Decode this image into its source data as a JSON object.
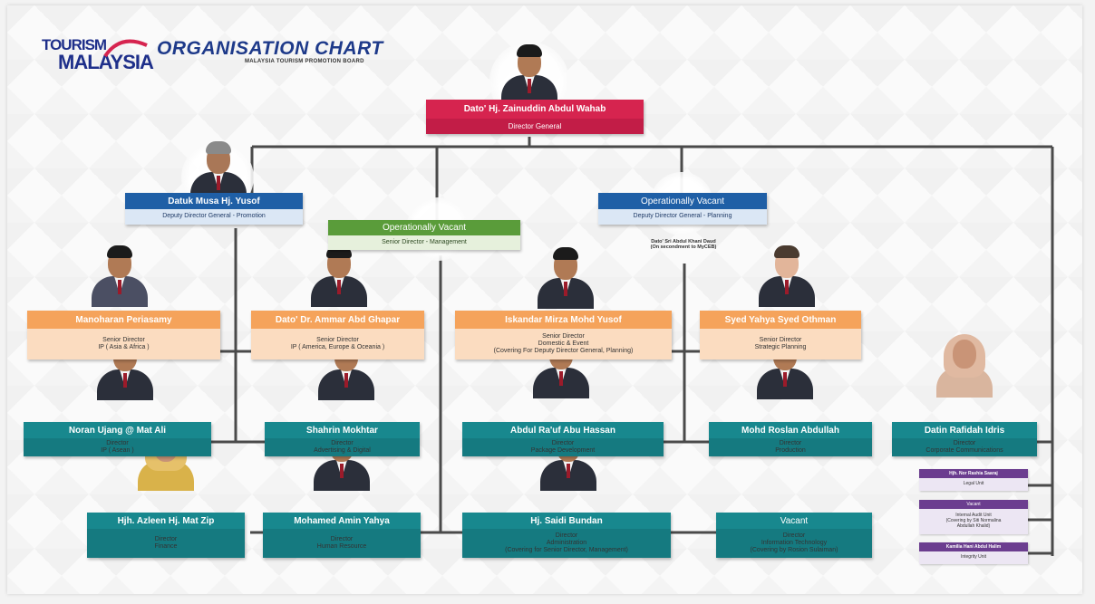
{
  "header": {
    "logo_line1": "TOURISM",
    "logo_line2": "MALAYSIA",
    "title": "ORGANISATION CHART",
    "subtitle": "MALAYSIA TOURISM PROMOTION BOARD"
  },
  "colors": {
    "director_general": "#d6244f",
    "deputy": "#1f5fa6",
    "senior_management": "#5a9c3a",
    "senior_director": "#f5a35b",
    "director": "#18888e",
    "unit": "#6b3d8f",
    "role_bg_orange": "#fbdcc0",
    "role_bg_teal": "#157a80",
    "role_bg_blue": "#dbe7f5",
    "role_bg_green": "#e6f0dc",
    "role_bg_pink": "#c21d47",
    "connector": "#4a4a4a"
  },
  "nodes": {
    "dg": {
      "name": "Dato' Hj. Zainuddin Abdul Wahab",
      "role": [
        "Director General"
      ]
    },
    "ddg_promo": {
      "name": "Datuk Musa Hj. Yusof",
      "role": [
        "Deputy Director General - Promotion"
      ]
    },
    "sd_mgmt": {
      "name": "Operationally Vacant",
      "role": [
        "Senior Director - Management"
      ]
    },
    "ddg_plan": {
      "name": "Operationally Vacant",
      "role": [
        "Deputy Director General - Planning"
      ]
    },
    "ddg_plan_note": [
      "Dato' Sri Abdul Khani Daud",
      "(On secondment to MyCEB)"
    ],
    "sd1": {
      "name": "Manoharan Periasamy",
      "role": [
        "Senior Director",
        "IP ( Asia & Africa )"
      ]
    },
    "sd2": {
      "name": "Dato' Dr. Ammar Abd Ghapar",
      "role": [
        "Senior Director",
        "IP ( America, Europe & Oceania )"
      ]
    },
    "sd3": {
      "name": "Iskandar Mirza Mohd Yusof",
      "role": [
        "Senior Director",
        "Domestic & Event",
        "(Covering For Deputy Director General, Planning)"
      ]
    },
    "sd4": {
      "name": "Syed Yahya Syed Othman",
      "role": [
        "Senior Director",
        "Strategic Planning"
      ]
    },
    "d1": {
      "name": "Noran Ujang @ Mat Ali",
      "role": [
        "Director",
        "IP ( Asean )"
      ]
    },
    "d2": {
      "name": "Shahrin Mokhtar",
      "role": [
        "Director",
        "Advertising & Digital"
      ]
    },
    "d3": {
      "name": "Abdul Ra'uf Abu Hassan",
      "role": [
        "Director",
        "Package Development"
      ]
    },
    "d4": {
      "name": "Mohd Roslan Abdullah",
      "role": [
        "Director",
        "Production"
      ]
    },
    "d5": {
      "name": "Datin Rafidah Idris",
      "role": [
        "Director",
        "Corporate Communications"
      ]
    },
    "d6": {
      "name": "Hjh. Azleen Hj. Mat Zip",
      "role": [
        "Director",
        "Finance"
      ]
    },
    "d7": {
      "name": "Mohamed Amin Yahya",
      "role": [
        "Director",
        "Human Resource"
      ]
    },
    "d8": {
      "name": "Hj. Saidi Bundan",
      "role": [
        "Director",
        "Administration",
        "(Covering for Senior Director, Management)"
      ]
    },
    "d9": {
      "name": "Vacant",
      "role": [
        "Director",
        "Information Technology",
        "(Covering by Rosion Sulaiman)"
      ]
    },
    "u1": {
      "name": "Hjh. Nor Rashia Saaraj",
      "role": [
        "Legal Unit"
      ]
    },
    "u2": {
      "name": "Vacant",
      "role": [
        "Internal Audit Unit",
        "(Covering by Siti Normalina",
        "Abdullah Khalid)"
      ]
    },
    "u3": {
      "name": "Kamilia Hani Abdul Halim",
      "role": [
        "Integrity Unit"
      ]
    }
  }
}
